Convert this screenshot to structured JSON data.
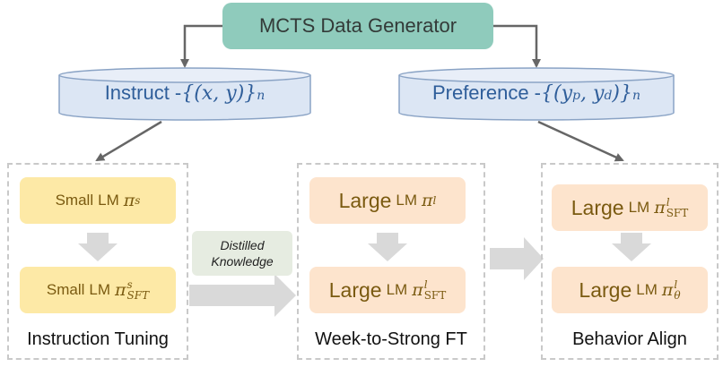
{
  "generator": {
    "label": "MCTS Data Generator"
  },
  "datasets": {
    "instruct": {
      "label": "Instruct - ",
      "set_open": "{(",
      "vars": "x, y",
      "set_close": ")}",
      "power": "n"
    },
    "preference": {
      "label": "Preference - ",
      "set_open": "{(",
      "var1": "y",
      "sub1": "p",
      "sep": ", ",
      "var2": "y",
      "sub2": "d",
      "set_close": ")}",
      "power": "n"
    }
  },
  "panels": {
    "instruction_tuning": {
      "label": "Instruction Tuning",
      "top_box": {
        "size_word": "Small",
        "lm": "LM",
        "symbol": "π",
        "sup": "s"
      },
      "bottom_box": {
        "size_word": "Small",
        "lm": "LM",
        "symbol": "π",
        "sup": "s",
        "sub": "SFT"
      }
    },
    "week_to_strong": {
      "label": "Week-to-Strong FT",
      "top_box": {
        "size_word": "Large",
        "lm": "LM",
        "symbol": "π",
        "sup": "l"
      },
      "bottom_box": {
        "size_word": "Large",
        "lm": "LM",
        "symbol": "π",
        "sup": "l",
        "sub": "SFT"
      }
    },
    "behavior_align": {
      "label": "Behavior Align",
      "top_box": {
        "size_word": "Large",
        "lm": "LM",
        "symbol": "π",
        "sup": "l",
        "sub": "SFT"
      },
      "bottom_box": {
        "size_word": "Large",
        "lm": "LM",
        "symbol": "π",
        "sup": "l",
        "sub": "θ"
      }
    }
  },
  "distilled": {
    "line1": "Distilled",
    "line2": "Knowledge"
  },
  "colors": {
    "generator": "#8fcbbc",
    "dataset_fill": "#dce6f4",
    "dataset_stroke": "#8aa3c5",
    "small_lm": "#fde9a6",
    "large_lm": "#fde4cd",
    "arrow_gray": "#d9d9d9",
    "connector": "#666666"
  }
}
